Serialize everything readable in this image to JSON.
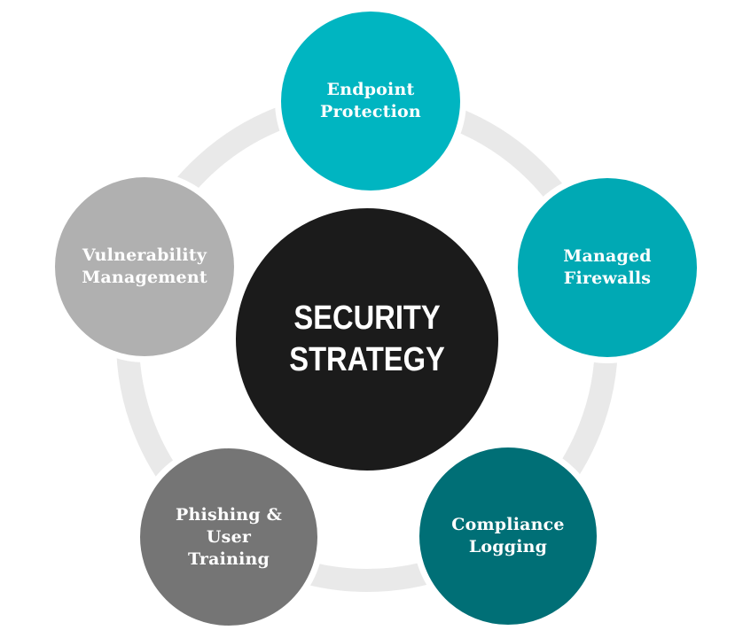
{
  "diagram": {
    "background": "#ffffff",
    "label_color": "#ffffff",
    "ring": {
      "color": "#e9e9e9"
    },
    "center": {
      "id": "security-strategy",
      "lines": [
        "SECURITY",
        "STRATEGY"
      ],
      "color": "#1b1b1b",
      "text_color": "#ffffff"
    },
    "nodes": [
      {
        "id": "endpoint-protection",
        "lines": [
          "Endpoint",
          "Protection"
        ],
        "color": "#00b5c1"
      },
      {
        "id": "managed-firewalls",
        "lines": [
          "Managed",
          "Firewalls"
        ],
        "color": "#00a9b4"
      },
      {
        "id": "vulnerability-management",
        "lines": [
          "Vulnerability",
          "Management"
        ],
        "color": "#b0b0b0"
      },
      {
        "id": "phishing-user-training",
        "lines": [
          "Phishing &",
          "User",
          "Training"
        ],
        "color": "#757575"
      },
      {
        "id": "compliance-logging",
        "lines": [
          "Compliance",
          "Logging"
        ],
        "color": "#006f76"
      }
    ]
  }
}
